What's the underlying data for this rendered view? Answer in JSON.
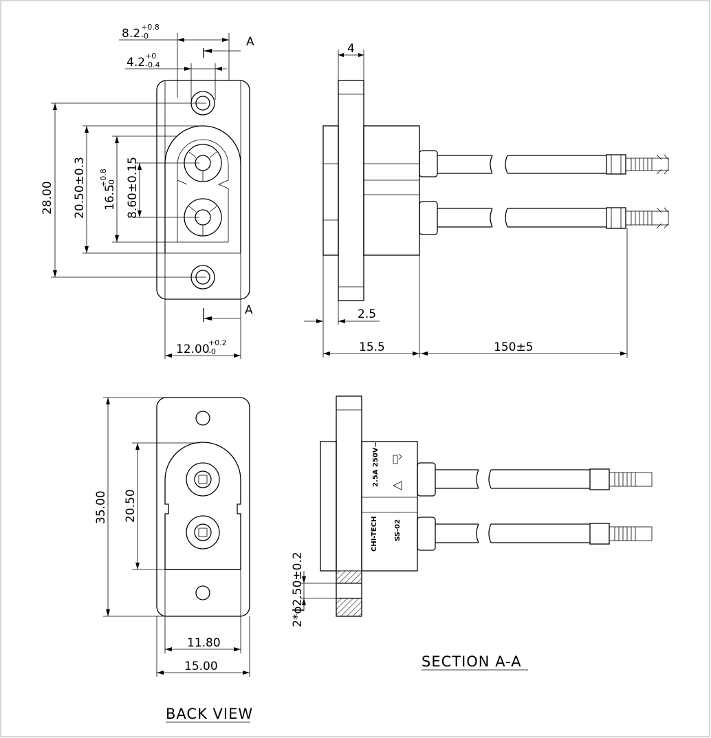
{
  "front_view": {
    "dim_8_2": "8.2",
    "dim_8_2_tol_upper": "+0.8",
    "dim_8_2_tol_lower": "-0",
    "dim_4_2": "4.2",
    "dim_4_2_tol_upper": "+0",
    "dim_4_2_tol_lower": "-0.4",
    "dim_28": "28.00",
    "dim_20_50": "20.50±0.3",
    "dim_16_5": "16.5",
    "dim_16_5_tol_upper": "+0.8",
    "dim_16_5_tol_lower": "-0",
    "dim_8_60": "8.60±0.15",
    "dim_12": "12.00",
    "dim_12_tol_upper": "+0.2",
    "dim_12_tol_lower": "-0",
    "section_marker_top": "A",
    "section_marker_bottom": "A"
  },
  "side_view": {
    "dim_4": "4",
    "dim_2_5": "2.5",
    "dim_15_5": "15.5",
    "dim_150": "150±5"
  },
  "back_view": {
    "dim_35": "35.00",
    "dim_20_50": "20.50",
    "dim_11_80": "11.80",
    "dim_15": "15.00",
    "caption": "BACK VIEW"
  },
  "section_view": {
    "rating_label": "2.5A 250V~",
    "brand_label": "CHI-TECH",
    "model_label": "SS-02",
    "dim_hole": "2*ϕ2.50±0.2",
    "caption": "SECTION A-A"
  }
}
